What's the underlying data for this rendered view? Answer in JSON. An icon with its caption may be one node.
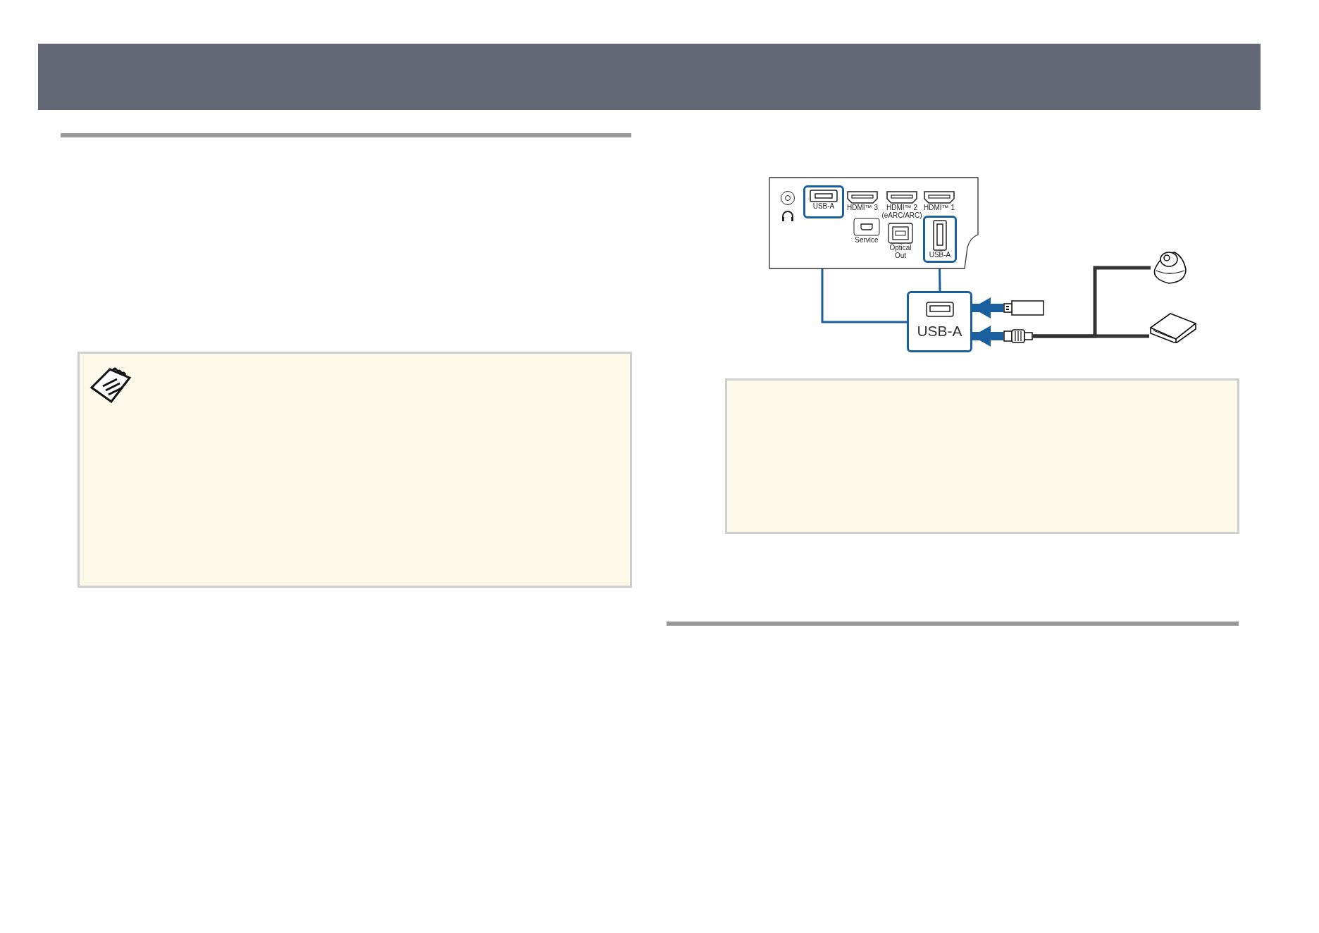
{
  "diagram": {
    "nodes": [
      {
        "text": [],
        "shape": "box"
      },
      {
        "text": [
          "USB-A"
        ],
        "in": 0
      },
      {
        "text": [
          "HDMI™ 3"
        ],
        "in": 0
      },
      {
        "text": [
          "HDMI™ 2 (eARC/ARC)"
        ],
        "in": 0
      },
      {
        "text": [
          "HDMI™ 1"
        ],
        "in": 0
      },
      {
        "text": [
          "Service"
        ],
        "in": 0
      },
      {
        "text": [
          "Optical Out"
        ],
        "in": 0
      },
      {
        "text": [
          "USB-A"
        ],
        "in": 0
      },
      {
        "text": [
          "USB-A"
        ]
      },
      {
        "text": [],
        "shape": "box"
      },
      {
        "text": [],
        "shape": "picture"
      },
      {
        "text": [],
        "shape": "picture"
      },
      {
        "text": [],
        "shape": "picture"
      }
    ],
    "edges": [
      {
        "from": 1,
        "to": 8,
        "arrow": "none"
      },
      {
        "from": 7,
        "to": 8,
        "arrow": "none"
      },
      {
        "from": 9,
        "to": 8,
        "arrow": "to",
        "style": "thick"
      },
      {
        "from": 10,
        "to": 8,
        "arrow": "to",
        "style": "thick"
      },
      {
        "from": 10,
        "to": 11,
        "arrow": "none",
        "color": "#333333"
      },
      {
        "from": 10,
        "to": 12,
        "arrow": "none",
        "color": "#333333"
      }
    ]
  }
}
